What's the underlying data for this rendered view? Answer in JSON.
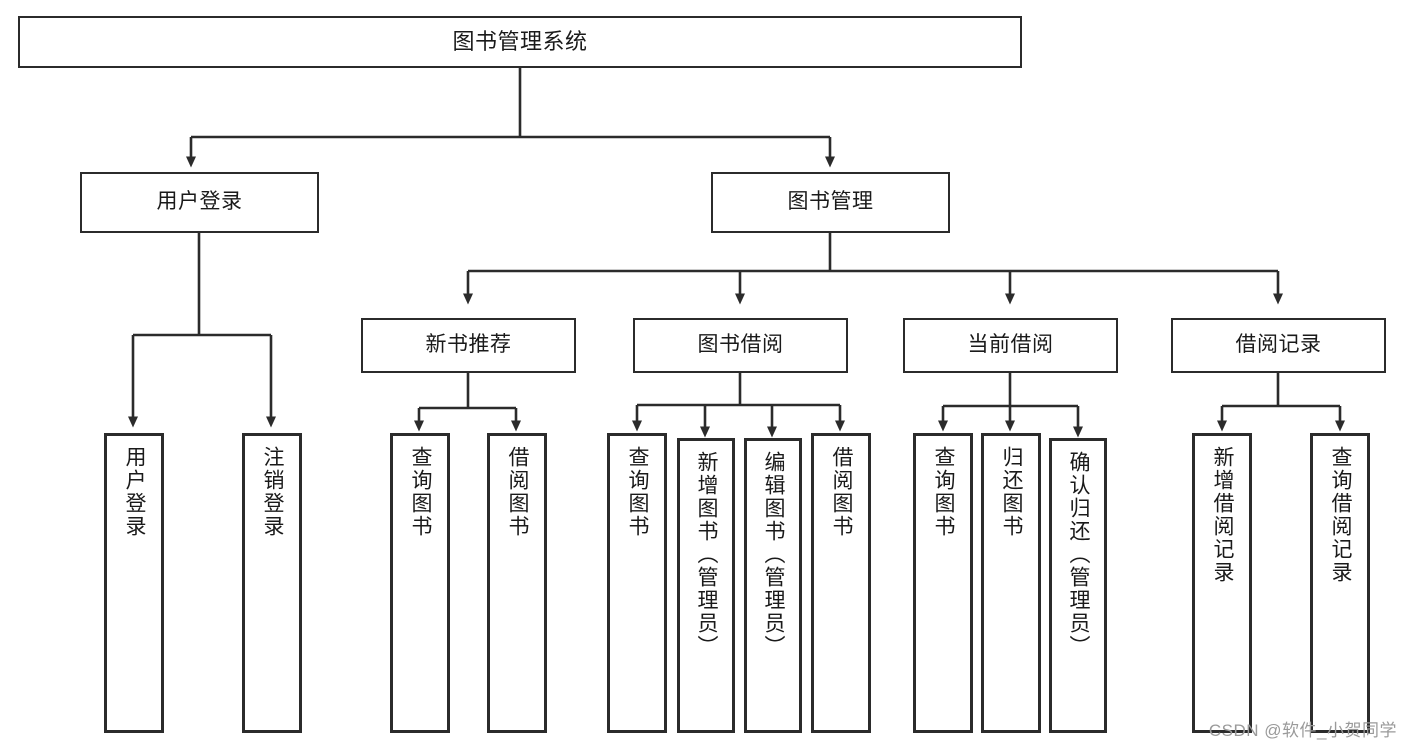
{
  "diagram": {
    "title": "图书管理系统",
    "watermark": "CSDN @软件_小贺同学",
    "type": "tree-hierarchy",
    "root": {
      "id": "root",
      "label": "图书管理系统"
    },
    "level2": [
      {
        "id": "user-login",
        "label": "用户登录"
      },
      {
        "id": "book-manage",
        "label": "图书管理"
      }
    ],
    "level3": [
      {
        "id": "new-book-recommend",
        "label": "新书推荐",
        "parent": "book-manage"
      },
      {
        "id": "book-borrow",
        "label": "图书借阅",
        "parent": "book-manage"
      },
      {
        "id": "current-borrow",
        "label": "当前借阅",
        "parent": "book-manage"
      },
      {
        "id": "borrow-record",
        "label": "借阅记录",
        "parent": "book-manage"
      }
    ],
    "leaves": [
      {
        "id": "leaf-user-login",
        "label": "用户登录",
        "parent": "user-login"
      },
      {
        "id": "leaf-logout-login",
        "label": "注销登录",
        "parent": "user-login"
      },
      {
        "id": "leaf-query-book-1",
        "label": "查询图书",
        "parent": "new-book-recommend"
      },
      {
        "id": "leaf-borrow-book-1",
        "label": "借阅图书",
        "parent": "new-book-recommend"
      },
      {
        "id": "leaf-query-book-2",
        "label": "查询图书",
        "parent": "book-borrow"
      },
      {
        "id": "leaf-add-book",
        "label": "新增图书（管理员）",
        "parent": "book-borrow"
      },
      {
        "id": "leaf-edit-book",
        "label": "编辑图书（管理员）",
        "parent": "book-borrow"
      },
      {
        "id": "leaf-borrow-book-2",
        "label": "借阅图书",
        "parent": "book-borrow"
      },
      {
        "id": "leaf-query-book-3",
        "label": "查询图书",
        "parent": "current-borrow"
      },
      {
        "id": "leaf-return-book",
        "label": "归还图书",
        "parent": "current-borrow"
      },
      {
        "id": "leaf-confirm-return",
        "label": "确认归还（管理员）",
        "parent": "current-borrow"
      },
      {
        "id": "leaf-add-record",
        "label": "新增借阅记录",
        "parent": "borrow-record"
      },
      {
        "id": "leaf-query-record",
        "label": "查询借阅记录",
        "parent": "borrow-record"
      }
    ],
    "colors": {
      "node_border": "#2b2b2b",
      "node_fill": "#ffffff",
      "edge": "#2b2b2b",
      "text": "#1a1a1a",
      "watermark": "#9a9a9a",
      "background": "#ffffff"
    }
  }
}
